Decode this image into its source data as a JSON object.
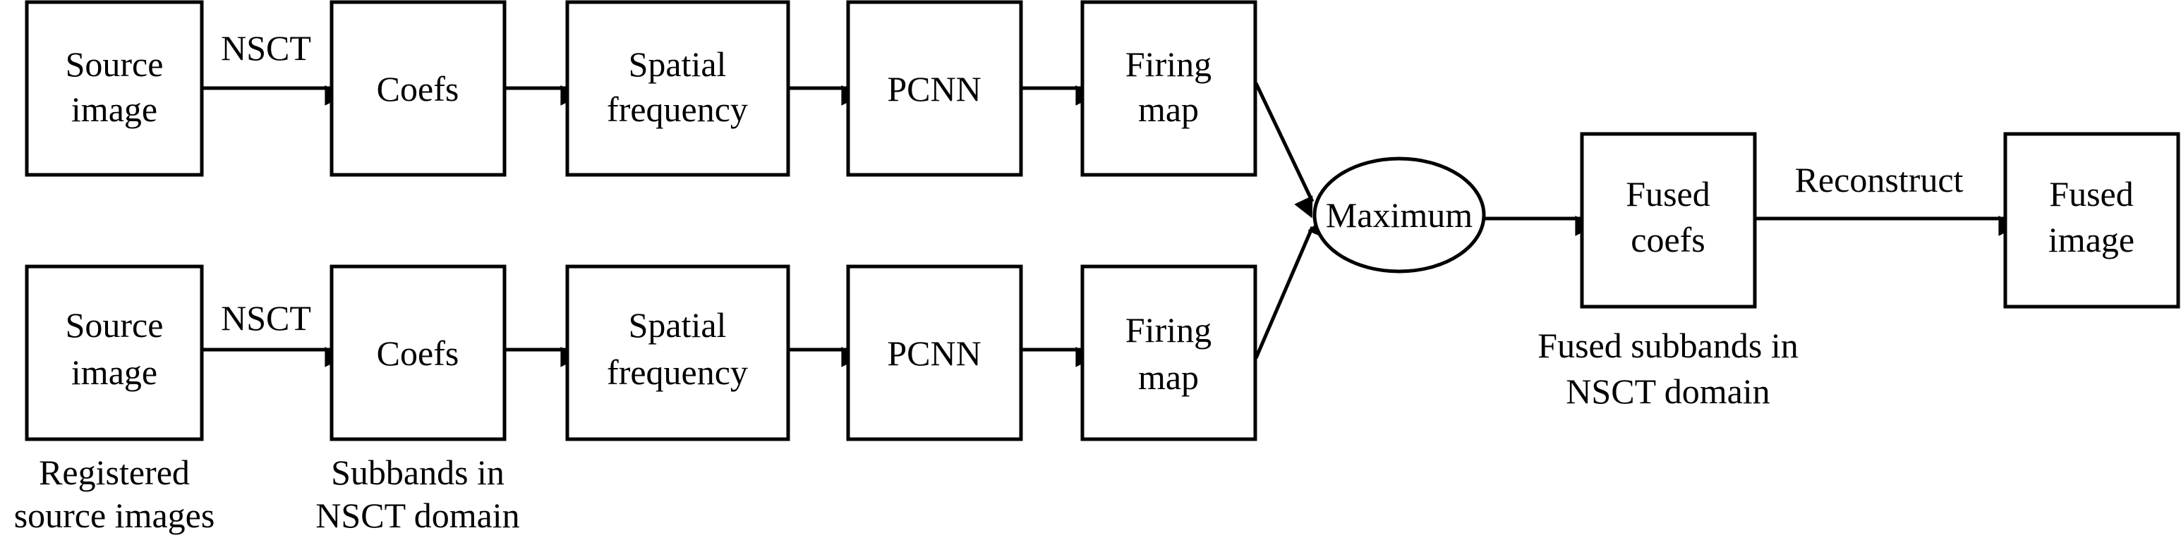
{
  "diagram": {
    "top_row": {
      "source": [
        "Source",
        "image"
      ],
      "nsct_label": "NSCT",
      "coefs": "Coefs",
      "spatial_frequency": [
        "Spatial",
        "frequency"
      ],
      "pcnn": "PCNN",
      "firing_map": [
        "Firing",
        "map"
      ]
    },
    "bottom_row": {
      "source": [
        "Source",
        "image"
      ],
      "nsct_label": "NSCT",
      "coefs": "Coefs",
      "spatial_frequency": [
        "Spatial",
        "frequency"
      ],
      "pcnn": "PCNN",
      "firing_map": [
        "Firing",
        "map"
      ]
    },
    "maximum": "Maximum",
    "fused_coefs": [
      "Fused",
      "coefs"
    ],
    "reconstruct_label": "Reconstruct",
    "fused_image": [
      "Fused",
      "image"
    ],
    "captions": {
      "registered_source": [
        "Registered",
        "source images"
      ],
      "subbands": [
        "Subbands in",
        "NSCT domain"
      ],
      "fused_subbands": [
        "Fused subbands in",
        "NSCT domain"
      ]
    }
  }
}
